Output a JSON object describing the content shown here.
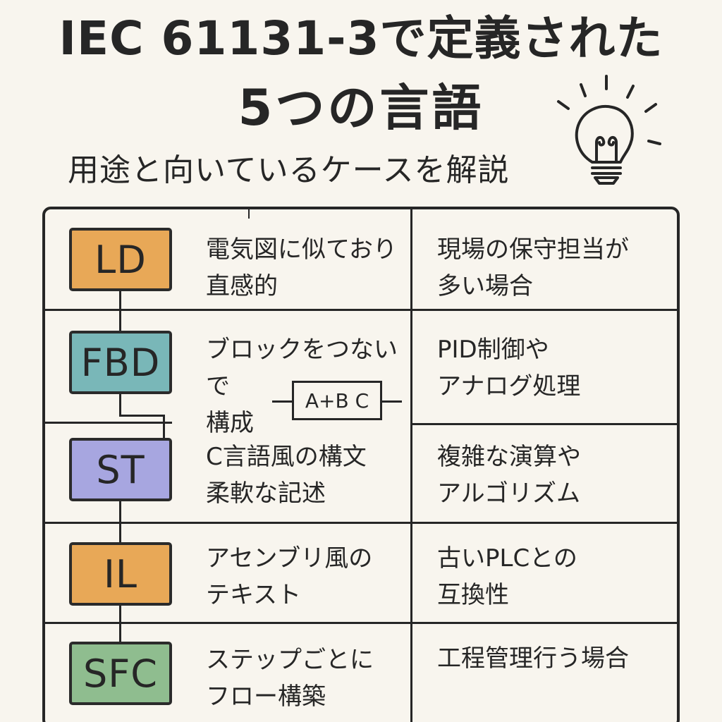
{
  "title": {
    "line1": "IEC 61131-3で定義された",
    "line2": "5つの言語"
  },
  "subtitle": "用途と向いているケースを解説",
  "rows": [
    {
      "name": "LD",
      "color": "#e8a857",
      "description": "電気図に似ており\n直感的",
      "use_case": "現場の保守担当が\n多い場合"
    },
    {
      "name": "FBD",
      "color": "#79b7b8",
      "description": "ブロックをつないで\n構成",
      "use_case": "PID制御や\nアナログ処理"
    },
    {
      "name": "ST",
      "color": "#a7a6e0",
      "description": "C言語風の構文\n柔軟な記述",
      "use_case": "複雑な演算や\nアルゴリズム"
    },
    {
      "name": "IL",
      "color": "#e8a857",
      "description": "アセンブリ風の\nテキスト",
      "use_case": "古いPLCとの\n互換性"
    },
    {
      "name": "SFC",
      "color": "#8fbd8f",
      "description": "ステップごとに\nフロー構築",
      "use_case": "工程管理行う場合"
    }
  ],
  "fbd_mini_diagram": {
    "label": "A+B C"
  },
  "icons": {
    "bulb": "lightbulb-icon"
  }
}
